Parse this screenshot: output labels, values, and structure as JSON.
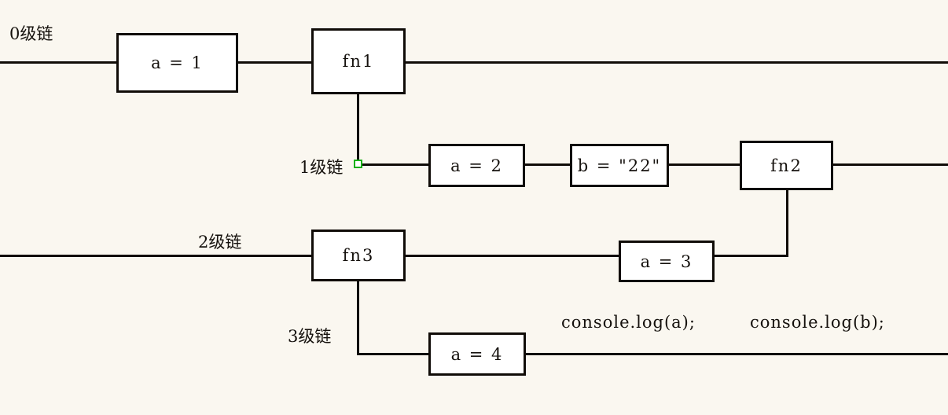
{
  "diagram": {
    "title": "JavaScript scope chain diagram",
    "background_color": "#faf7f0",
    "line_color": "#100c08",
    "node_fill": "#ffffff",
    "marker_color": "#17b017",
    "chain_labels": [
      {
        "id": "level-0",
        "text": "0级链"
      },
      {
        "id": "level-1",
        "text": "1级链"
      },
      {
        "id": "level-2",
        "text": "2级链"
      },
      {
        "id": "level-3",
        "text": "3级链"
      }
    ],
    "nodes": [
      {
        "id": "node-a-1",
        "label": "a = 1",
        "level": 0
      },
      {
        "id": "node-fn1",
        "label": "fn1",
        "level": 0
      },
      {
        "id": "node-a-2",
        "label": "a = 2",
        "level": 1
      },
      {
        "id": "node-b-22",
        "label": "b = \"22\"",
        "level": 1
      },
      {
        "id": "node-fn2",
        "label": "fn2",
        "level": 1
      },
      {
        "id": "node-fn3",
        "label": "fn3",
        "level": 2
      },
      {
        "id": "node-a-3",
        "label": "a = 3",
        "level": 2
      },
      {
        "id": "node-a-4",
        "label": "a = 4",
        "level": 3
      }
    ],
    "annotations": [
      {
        "id": "console-log-a",
        "text": "console.log(a);"
      },
      {
        "id": "console-log-b",
        "text": "console.log(b);"
      }
    ],
    "selection_marker": {
      "id": "chain-junction-marker",
      "shape": "dashed-square"
    }
  }
}
